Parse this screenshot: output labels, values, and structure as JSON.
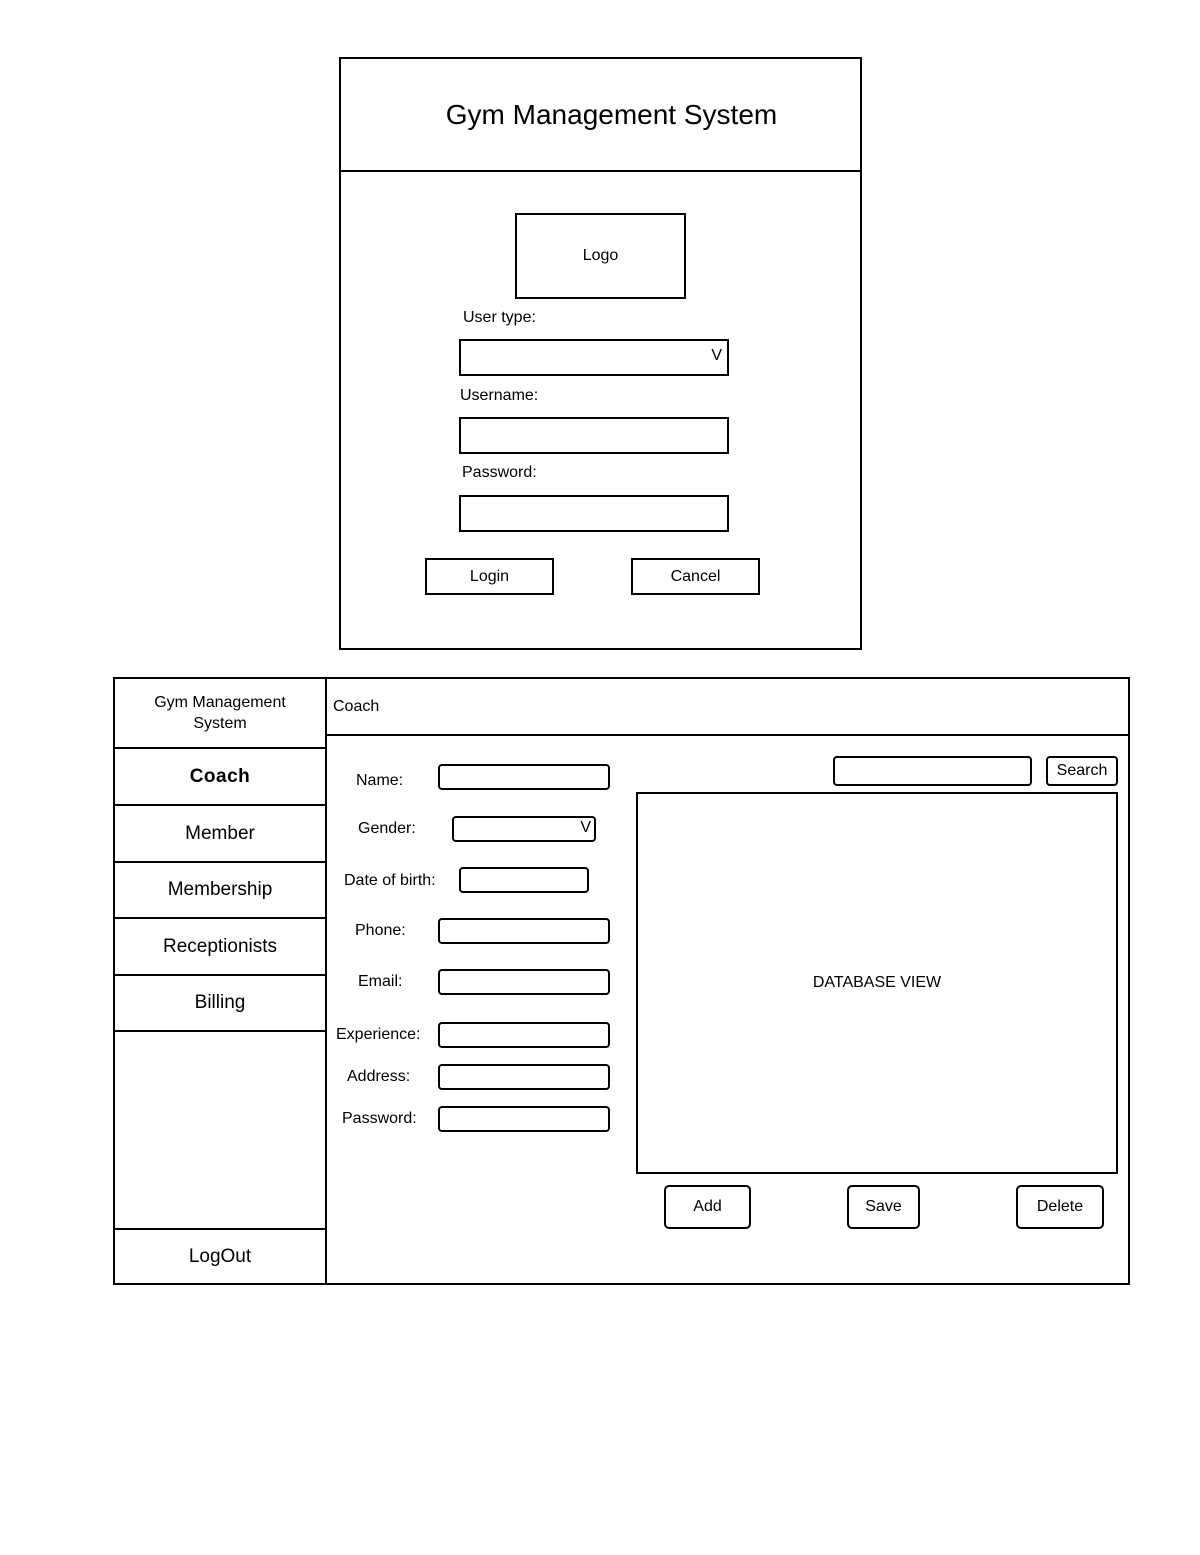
{
  "login_screen": {
    "title": "Gym Management System",
    "logo_label": "Logo",
    "user_type": {
      "label": "User type:",
      "value": "",
      "dropdown_glyph": "V"
    },
    "username": {
      "label": "Username:",
      "value": ""
    },
    "password": {
      "label": "Password:",
      "value": ""
    },
    "buttons": {
      "login": "Login",
      "cancel": "Cancel"
    }
  },
  "main_screen": {
    "sidebar": {
      "title_line1": "Gym Management",
      "title_line2": "System",
      "items": [
        {
          "label": "Coach",
          "active": true
        },
        {
          "label": "Member",
          "active": false
        },
        {
          "label": "Membership",
          "active": false
        },
        {
          "label": "Receptionists",
          "active": false
        },
        {
          "label": "Billing",
          "active": false
        }
      ],
      "logout": "LogOut"
    },
    "header": {
      "title": "Coach"
    },
    "form": {
      "fields": [
        {
          "label": "Name:",
          "value": ""
        },
        {
          "label": "Gender:",
          "value": "",
          "dropdown_glyph": "V"
        },
        {
          "label": "Date of birth:",
          "value": ""
        },
        {
          "label": "Phone:",
          "value": ""
        },
        {
          "label": "Email:",
          "value": ""
        },
        {
          "label": "Experience:",
          "value": ""
        },
        {
          "label": "Address:",
          "value": ""
        },
        {
          "label": "Password:",
          "value": ""
        }
      ]
    },
    "search": {
      "value": "",
      "button": "Search"
    },
    "database_view": {
      "label": "DATABASE VIEW"
    },
    "actions": {
      "add": "Add",
      "save": "Save",
      "delete": "Delete"
    }
  }
}
